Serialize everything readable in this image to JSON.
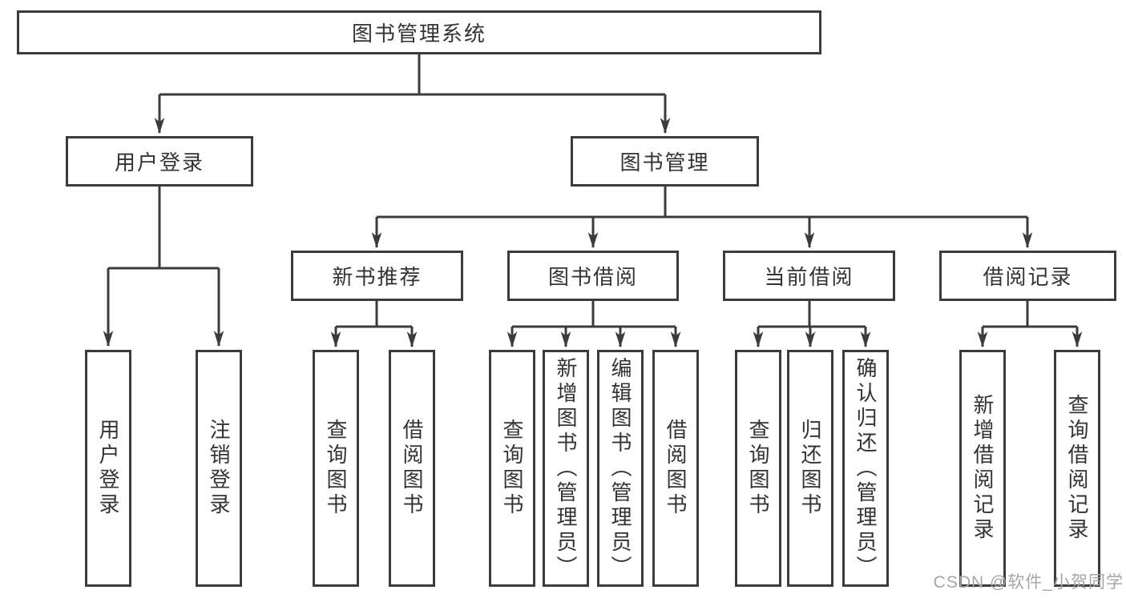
{
  "diagram": {
    "type": "hierarchy-tree",
    "style": {
      "line_color": "#3b3b3b",
      "text_color": "#333333",
      "box_background": "#ffffff",
      "watermark_color": "#a6a6a6"
    },
    "tree": {
      "label": "图书管理系统",
      "children": [
        {
          "label": "用户登录",
          "children": [
            {
              "label": "用户登录"
            },
            {
              "label": "注销登录"
            }
          ]
        },
        {
          "label": "图书管理",
          "children": [
            {
              "label": "新书推荐",
              "children": [
                {
                  "label": "查询图书"
                },
                {
                  "label": "借阅图书"
                }
              ]
            },
            {
              "label": "图书借阅",
              "children": [
                {
                  "label": "查询图书"
                },
                {
                  "label": "新增图书（管理员）"
                },
                {
                  "label": "编辑图书（管理员）"
                },
                {
                  "label": "借阅图书"
                }
              ]
            },
            {
              "label": "当前借阅",
              "children": [
                {
                  "label": "查询图书"
                },
                {
                  "label": "归还图书"
                },
                {
                  "label": "确认归还（管理员）"
                }
              ]
            },
            {
              "label": "借阅记录",
              "children": [
                {
                  "label": "新增借阅记录"
                },
                {
                  "label": "查询借阅记录"
                }
              ]
            }
          ]
        }
      ]
    },
    "watermark": {
      "text": "CSDN @软件_小贺同学"
    }
  }
}
